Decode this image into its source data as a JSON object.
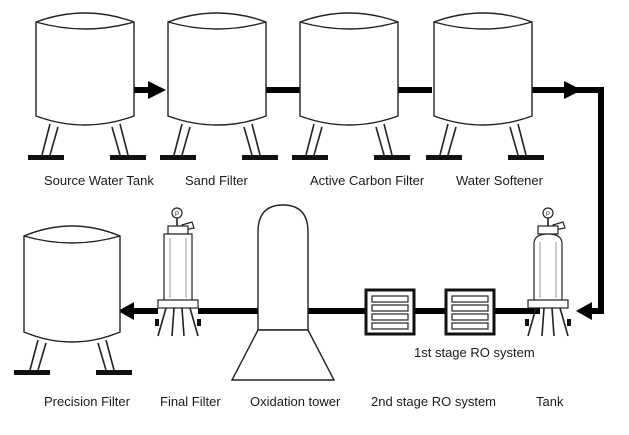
{
  "labels": {
    "source_water_tank": "Source Water Tank",
    "sand_filter": "Sand Filter",
    "active_carbon_filter": "Active Carbon Filter",
    "water_softener": "Water Softener",
    "first_stage_ro": "1st stage RO system",
    "precision_filter": "Precision Filter",
    "final_filter": "Final Filter",
    "oxidation_tower": "Oxidation tower",
    "second_stage_ro": "2nd stage RO system",
    "tank": "Tank"
  },
  "gauge_symbol": "P",
  "colors": {
    "line": "#000000",
    "fill": "#ffffff"
  }
}
